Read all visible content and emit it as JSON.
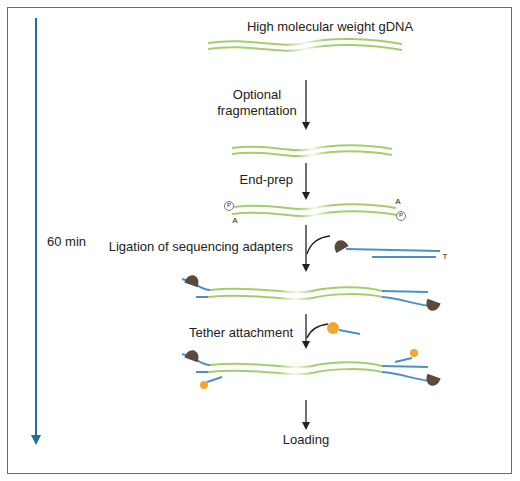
{
  "diagram": {
    "labels": [
      "High molecular weight gDNA",
      "Optional fragmentation",
      "60 min",
      "End-prep",
      "P",
      "A",
      "A",
      "P",
      "Ligation of sequencing adapters",
      "T",
      "Tether attachment",
      "Loading"
    ]
  }
}
